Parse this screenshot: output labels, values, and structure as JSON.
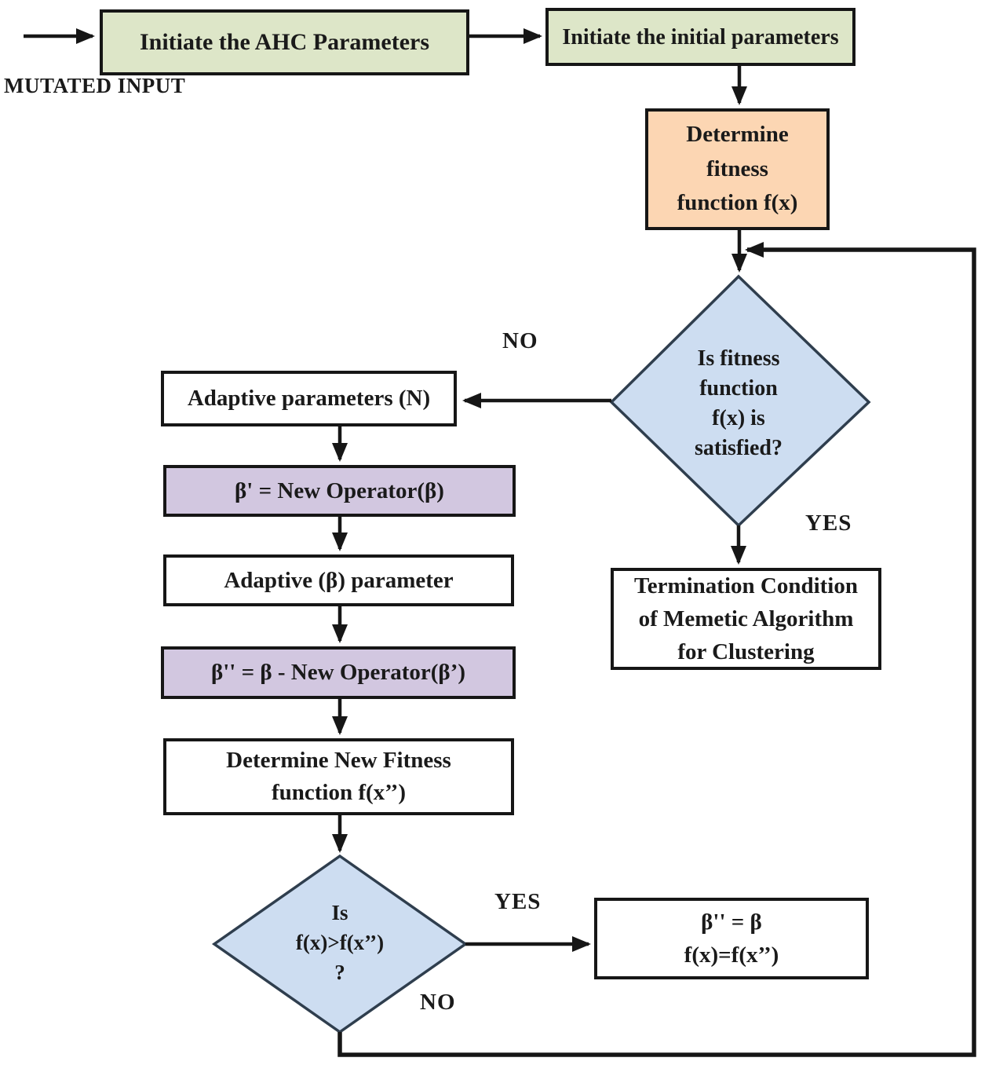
{
  "figure": {
    "title_hint": "Memetic algorithm flowchart",
    "start_label": "MUTATED INPUT",
    "labels": {
      "no_top": "NO",
      "yes_top": "YES",
      "yes_bottom": "YES",
      "no_bottom": "NO"
    },
    "nodes": {
      "init_ahc": "Initiate the AHC Parameters",
      "init_initial": "Initiate the initial parameters",
      "determine_fitness": "Determine\nfitness\nfunction f(x)",
      "fitness_decision": "Is fitness\nfunction\nf(x) is\nsatisfied?",
      "adaptive_n": "Adaptive parameters (N)",
      "new_operator": "β' = New Operator(β)",
      "adaptive_beta": "Adaptive (β) parameter",
      "beta_update": "β'' = β  - New Operator(β’)",
      "new_fitness": "Determine New Fitness\nfunction f(x’’)",
      "compare_decision": "Is\nf(x)>f(x’’)\n?",
      "assign_result": "β'' = β\nf(x)=f(x’’)",
      "termination": "Termination Condition\nof Memetic Algorithm\nfor Clustering"
    },
    "edges": [
      {
        "from": "mutated_input",
        "to": "init_ahc",
        "label": ""
      },
      {
        "from": "init_ahc",
        "to": "init_initial",
        "label": ""
      },
      {
        "from": "init_initial",
        "to": "determine_fitness",
        "label": ""
      },
      {
        "from": "determine_fitness",
        "to": "fitness_decision",
        "label": ""
      },
      {
        "from": "fitness_decision",
        "to": "adaptive_n",
        "label": "NO"
      },
      {
        "from": "fitness_decision",
        "to": "termination",
        "label": "YES"
      },
      {
        "from": "adaptive_n",
        "to": "new_operator",
        "label": ""
      },
      {
        "from": "new_operator",
        "to": "adaptive_beta",
        "label": ""
      },
      {
        "from": "adaptive_beta",
        "to": "beta_update",
        "label": ""
      },
      {
        "from": "beta_update",
        "to": "new_fitness",
        "label": ""
      },
      {
        "from": "new_fitness",
        "to": "compare_decision",
        "label": ""
      },
      {
        "from": "compare_decision",
        "to": "assign_result",
        "label": "YES"
      },
      {
        "from": "compare_decision",
        "to": "fitness_decision",
        "label": "NO (feedback loop)"
      }
    ],
    "colors": {
      "green_fill": "#dde6c8",
      "orange_fill": "#fcd6b3",
      "purple_fill": "#d2c7e0",
      "blue_fill": "#cdddf1",
      "border": "#161616",
      "diamond_border": "#2f3e4e",
      "text": "#1a1a1a"
    }
  }
}
